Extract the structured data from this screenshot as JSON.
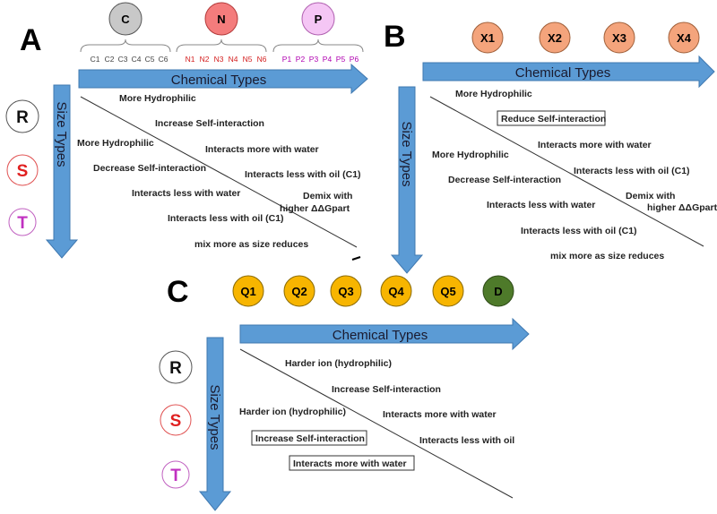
{
  "panels": {
    "A": {
      "letter": "A",
      "arrow_label": "Chemical Types",
      "size_label": "Size Types",
      "chem_beads": [
        {
          "label": "C",
          "fill": "#c8c8c8",
          "stroke": "#555555",
          "sub": [
            "C1",
            "C2",
            "C3",
            "C4",
            "C5",
            "C6"
          ],
          "sub_color": "#444444"
        },
        {
          "label": "N",
          "fill": "#f47c7c",
          "stroke": "#b33a3a",
          "sub": [
            "N1",
            "N2",
            "N3",
            "N4",
            "N5",
            "N6"
          ],
          "sub_color": "#d42020"
        },
        {
          "label": "P",
          "fill": "#f5c6f5",
          "stroke": "#b060b0",
          "sub": [
            "P1",
            "P2",
            "P3",
            "P4",
            "P5",
            "P6"
          ],
          "sub_color": "#b000b0"
        }
      ],
      "size_beads": [
        {
          "label": "R",
          "color": "#111111",
          "stroke": "#555555"
        },
        {
          "label": "S",
          "color": "#e02020",
          "stroke": "#e05050"
        },
        {
          "label": "T",
          "color": "#c030c0",
          "stroke": "#c060c0"
        }
      ],
      "notes_upper": [
        "More Hydrophilic",
        "Increase Self-interaction",
        "Interacts more with water",
        "Interacts less with oil (C1)",
        "Demix with",
        "higher ΔΔGpart"
      ],
      "notes_lower": [
        "More Hydrophilic",
        "Decrease Self-interaction",
        "Interacts less with water",
        "Interacts less with oil (C1)",
        "mix more as size reduces"
      ]
    },
    "B": {
      "letter": "B",
      "arrow_label": "Chemical Types",
      "size_label": "Size Types",
      "chem_beads": [
        {
          "label": "X1",
          "fill": "#f4a47c",
          "stroke": "#a0603a"
        },
        {
          "label": "X2",
          "fill": "#f4a47c",
          "stroke": "#a0603a"
        },
        {
          "label": "X3",
          "fill": "#f4a47c",
          "stroke": "#a0603a"
        },
        {
          "label": "X4",
          "fill": "#f4a47c",
          "stroke": "#a0603a"
        }
      ],
      "notes_upper": [
        "More Hydrophilic",
        "Reduce Self-interaction",
        "Interacts more with water",
        "Interacts less with oil (C1)",
        "Demix with",
        "higher ΔΔGpart"
      ],
      "notes_lower": [
        "More Hydrophilic",
        "Decrease Self-interaction",
        "Interacts less with water",
        "Interacts less with oil (C1)",
        "mix more as size reduces"
      ]
    },
    "C": {
      "letter": "C",
      "arrow_label": "Chemical Types",
      "size_label": "Size Types",
      "chem_beads": [
        {
          "label": "Q1",
          "fill": "#f7b500",
          "stroke": "#8a6a00"
        },
        {
          "label": "Q2",
          "fill": "#f7b500",
          "stroke": "#8a6a00"
        },
        {
          "label": "Q3",
          "fill": "#f7b500",
          "stroke": "#8a6a00"
        },
        {
          "label": "Q4",
          "fill": "#f7b500",
          "stroke": "#8a6a00"
        },
        {
          "label": "Q5",
          "fill": "#f7b500",
          "stroke": "#8a6a00"
        },
        {
          "label": "D",
          "fill": "#4e7a2a",
          "stroke": "#2e4a18"
        }
      ],
      "size_beads": [
        {
          "label": "R",
          "color": "#111111",
          "stroke": "#555555"
        },
        {
          "label": "S",
          "color": "#e02020",
          "stroke": "#e05050"
        },
        {
          "label": "T",
          "color": "#c030c0",
          "stroke": "#c060c0"
        }
      ],
      "notes_upper": [
        "Harder ion (hydrophilic)",
        "Increase Self-interaction",
        "Interacts more with water",
        "Interacts less with oil"
      ],
      "notes_lower": [
        "Harder ion (hydrophilic)",
        "Increase Self-interaction",
        "Interacts more with water"
      ]
    }
  },
  "colors": {
    "arrow": "#5b9bd5",
    "arrow_stroke": "#3f78b0"
  }
}
